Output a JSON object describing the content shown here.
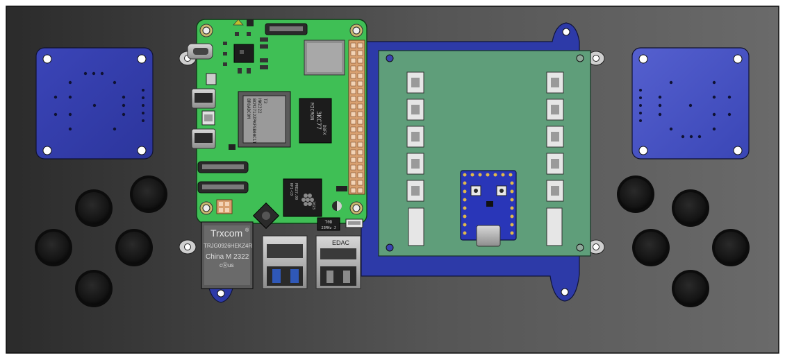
{
  "scene": {
    "colors": {
      "enclosure": "#4a4a4a",
      "pcb_green": "#3fbf55",
      "pcb_blue": "#3a44b0",
      "button": "#161616",
      "mount_blue": "#2d3aa8",
      "shield_board": "#5f9e7a",
      "pico_blue": "#2936b8"
    }
  },
  "soc_chip": {
    "line1": "BROADCOM",
    "line2": "BCM2712ZPKFSB00C1T",
    "line3": "HW2322",
    "line4": "T3"
  },
  "ram_chip": {
    "line1": "MICRON",
    "line2": "3KC77",
    "line3": "D8FX"
  },
  "rp1_chip": {
    "line1": "RP1-C0",
    "line2": "PRB27.00",
    "line3": "2023"
  },
  "ethernet_jack": {
    "brand": "Trxcom",
    "reg": "®",
    "part": "TRJG0926HEKZ4R",
    "origin": "China  M  2322",
    "cert": "cⓇus"
  },
  "usb_label": {
    "brand": "EDAC"
  },
  "small_chip": {
    "line1": "T0D",
    "line2": "25MHz J"
  }
}
